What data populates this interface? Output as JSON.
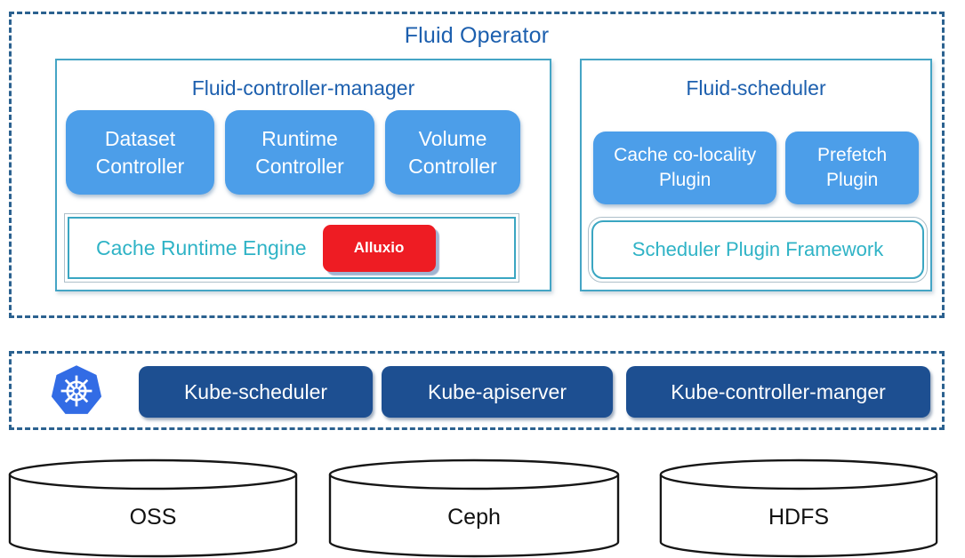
{
  "colors": {
    "title_blue": "#1c5fae",
    "teal_border": "#3aa6c2",
    "teal_text": "#2fb3c6",
    "light_blue_node": "#4c9ee9",
    "dark_blue_node": "#1d4f91",
    "alluxio_red": "#ee1c23",
    "dashed_border": "#2b618f",
    "kubernetes_blue": "#326CE5"
  },
  "fluid_operator": {
    "title": "Fluid Operator",
    "controller_manager": {
      "title": "Fluid-controller-manager",
      "controllers": [
        {
          "line1": "Dataset",
          "line2": "Controller"
        },
        {
          "line1": "Runtime",
          "line2": "Controller"
        },
        {
          "line1": "Volume",
          "line2": "Controller"
        }
      ],
      "engine": {
        "label": "Cache Runtime Engine",
        "badge": "Alluxio"
      }
    },
    "scheduler": {
      "title": "Fluid-scheduler",
      "plugins": [
        {
          "line1": "Cache co-locality",
          "line2": "Plugin"
        },
        {
          "line1": "Prefetch",
          "line2": "Plugin"
        }
      ],
      "framework": "Scheduler Plugin Framework"
    }
  },
  "kubernetes": {
    "logo_icon": "kubernetes-helm-icon",
    "components": [
      "Kube-scheduler",
      "Kube-apiserver",
      "Kube-controller-manger"
    ]
  },
  "storage": {
    "systems": [
      "OSS",
      "Ceph",
      "HDFS"
    ]
  }
}
